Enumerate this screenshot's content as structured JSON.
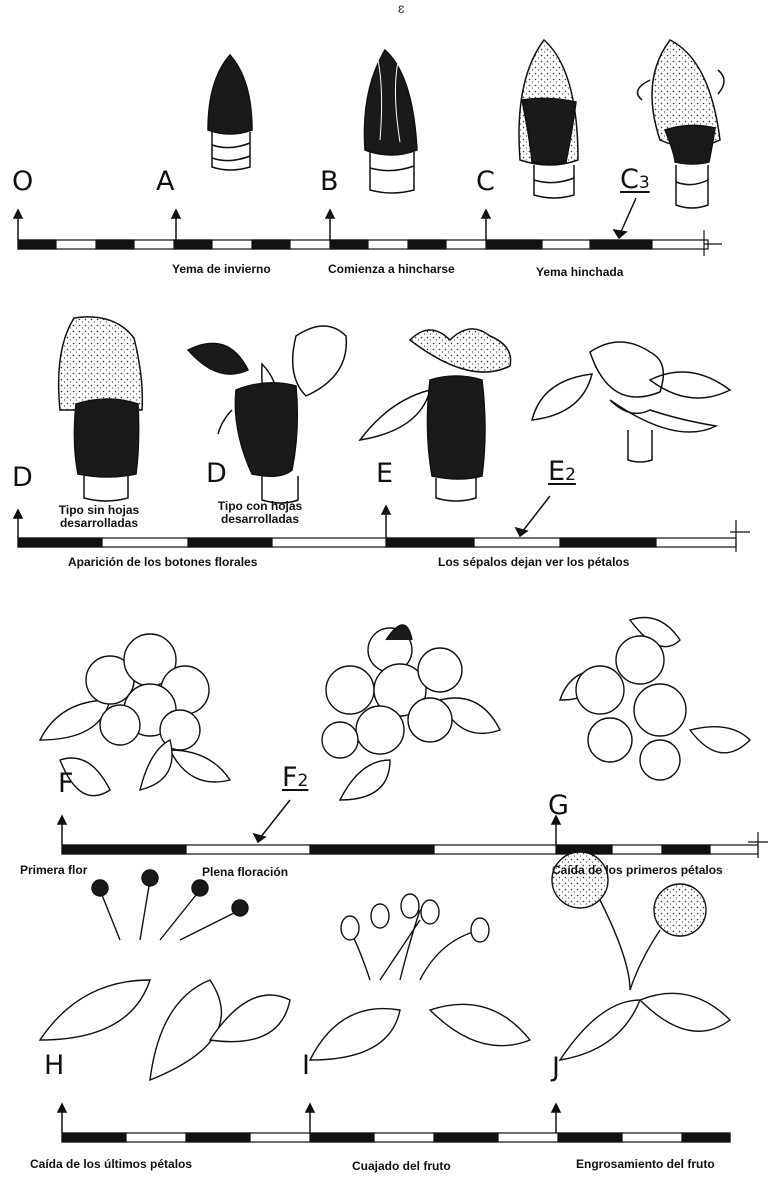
{
  "top_mark": "ɛ",
  "rows": [
    {
      "stages": [
        {
          "letter": "O"
        },
        {
          "letter": "A"
        },
        {
          "letter": "B"
        },
        {
          "letter": "C"
        },
        {
          "letter": "C",
          "subscript": "3"
        }
      ],
      "captions": [
        "Yema de invierno",
        "Comienza a hincharse",
        "Yema hinchada"
      ]
    },
    {
      "stages": [
        {
          "letter": "D"
        },
        {
          "letter": "D"
        },
        {
          "letter": "E"
        },
        {
          "letter": "E",
          "subscript": "2"
        }
      ],
      "sub_captions": [
        "Tipo sin hojas\ndesarrolladas",
        "Tipo con hojas\ndesarrolladas"
      ],
      "captions": [
        "Aparición de los botones florales",
        "Los sépalos dejan ver los pétalos"
      ]
    },
    {
      "stages": [
        {
          "letter": "F"
        },
        {
          "letter": "F",
          "subscript": "2"
        },
        {
          "letter": "G"
        }
      ],
      "captions": [
        "Primera flor",
        "Plena floración",
        "Caída de los primeros pétalos"
      ]
    },
    {
      "stages": [
        {
          "letter": "H"
        },
        {
          "letter": "I"
        },
        {
          "letter": "J"
        }
      ],
      "captions": [
        "Caída de los últimos pétalos",
        "Cuajado del fruto",
        "Engrosamiento del fruto"
      ]
    }
  ]
}
